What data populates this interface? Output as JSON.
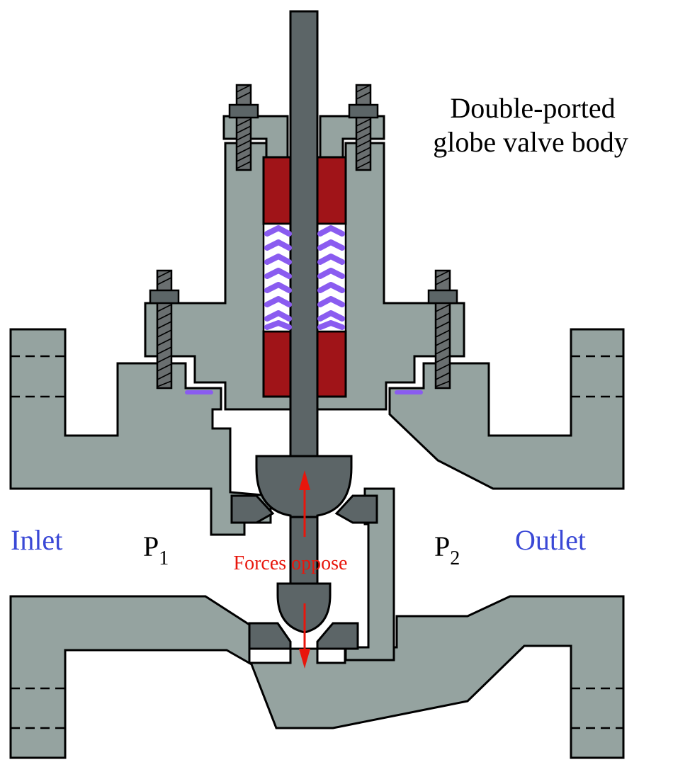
{
  "title": {
    "line1": "Double-ported",
    "line2": "globe valve body"
  },
  "labels": {
    "inlet": "Inlet",
    "outlet": "Outlet",
    "p1_base": "P",
    "p1_sub": "1",
    "p2_base": "P",
    "p2_sub": "2",
    "forces": "Forces oppose"
  },
  "colors": {
    "body": "#95a3a0",
    "stem": "#5c6567",
    "packing": "#a01418",
    "spring": "#8a5cf0",
    "arrows": "#e8160c",
    "flow_labels": "#3a48d6"
  }
}
